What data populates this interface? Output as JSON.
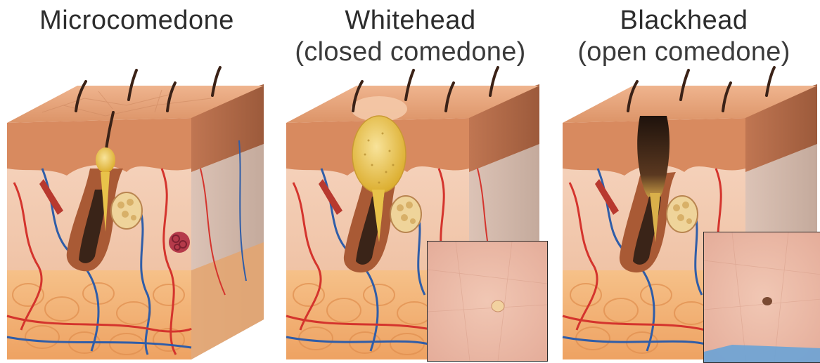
{
  "panels": [
    {
      "title": "Microcomedone",
      "subtitle": ""
    },
    {
      "title": "Whitehead",
      "subtitle": "(closed comedone)"
    },
    {
      "title": "Blackhead",
      "subtitle": "(open comedone)"
    }
  ],
  "colors": {
    "epidermis_top": "#e6a57e",
    "epidermis_side": "#c98058",
    "dermis": "#f6d9c6",
    "fat": "#f2b27a",
    "artery": "#d4342d",
    "vein": "#2f5da8",
    "sebum": "#e8c24a",
    "plug_dark": "#3a2418",
    "hair": "#3b2217"
  }
}
